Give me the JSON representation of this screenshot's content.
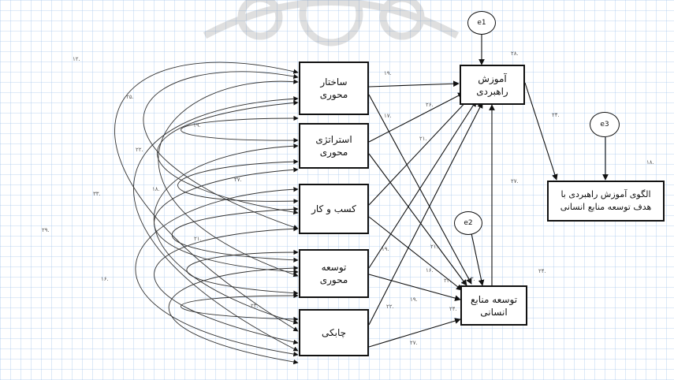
{
  "nodes": {
    "sakhtar": "ساختار\nمحوری",
    "esteratezhi": "استراتژی\nمحوری",
    "kasbokar": "کسب و کار",
    "tosee": "توسعه\nمحوری",
    "chaboki": "چابکی",
    "amoozesh": "آموزش\nراهبردی",
    "tosee_manabe": "توسعه منابع\nانسانی",
    "olgoo": "الگوی آموزش راهبردی با\nهدف توسعه منابع انسانی"
  },
  "errors": {
    "e1": "e1",
    "e2": "e2",
    "e3": "e3"
  },
  "coefficients": {
    "c1": ".۱۲",
    "c2": ".۲۵",
    "c3": ".۱۹",
    "c4": ".۲۲",
    "c5": ".۱۸",
    "c6": ".۲۷",
    "c7": ".۳۳",
    "c8": ".۲۹",
    "c9": ".۲۱",
    "c10": ".۱۶",
    "c11": ".۲۳",
    "c12": ".۱۹",
    "c13": ".۱۷",
    "c14": ".۲۶",
    "c15": ".۲۱",
    "c16": ".۲۸",
    "c17": ".۱۹",
    "c18": ".۲۱",
    "c19": ".۱۶",
    "c20": ".۱۹",
    "c21": ".۲۲",
    "c22": ".۲۷",
    "c23": ".۲۴",
    "c24": ".۱۸",
    "c25": ".۲۷",
    "c26": ".۲۴",
    "c27": ".۲۲",
    "c28": ".۲۴",
    "c29": ".۱۳"
  }
}
